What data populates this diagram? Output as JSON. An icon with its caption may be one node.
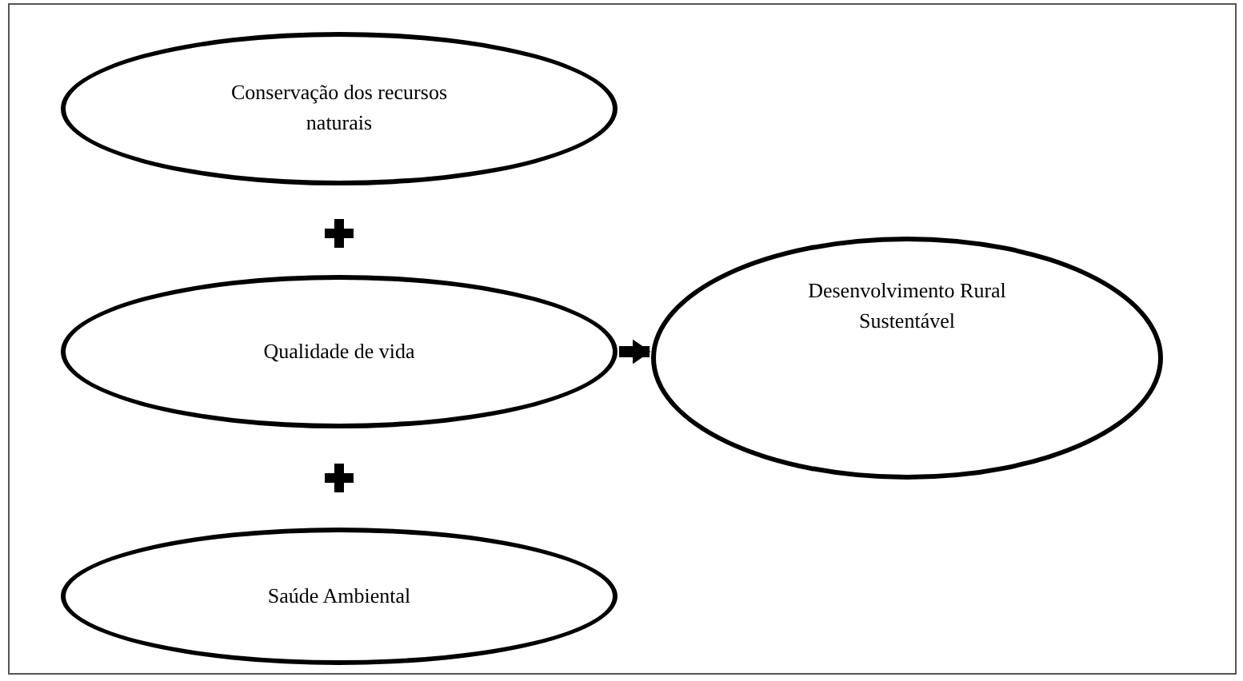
{
  "diagram": {
    "nodes": [
      {
        "text": [
          "Conservação dos recursos naturais"
        ]
      },
      {
        "text": [
          "Qualidade de vida"
        ]
      },
      {
        "text": [
          "Saúde Ambiental"
        ]
      },
      {
        "text": [
          "Desenvolvimento Rural Sustentável"
        ]
      }
    ],
    "edges": [
      {
        "from": 1,
        "to": 3,
        "arrow": "to"
      }
    ]
  }
}
